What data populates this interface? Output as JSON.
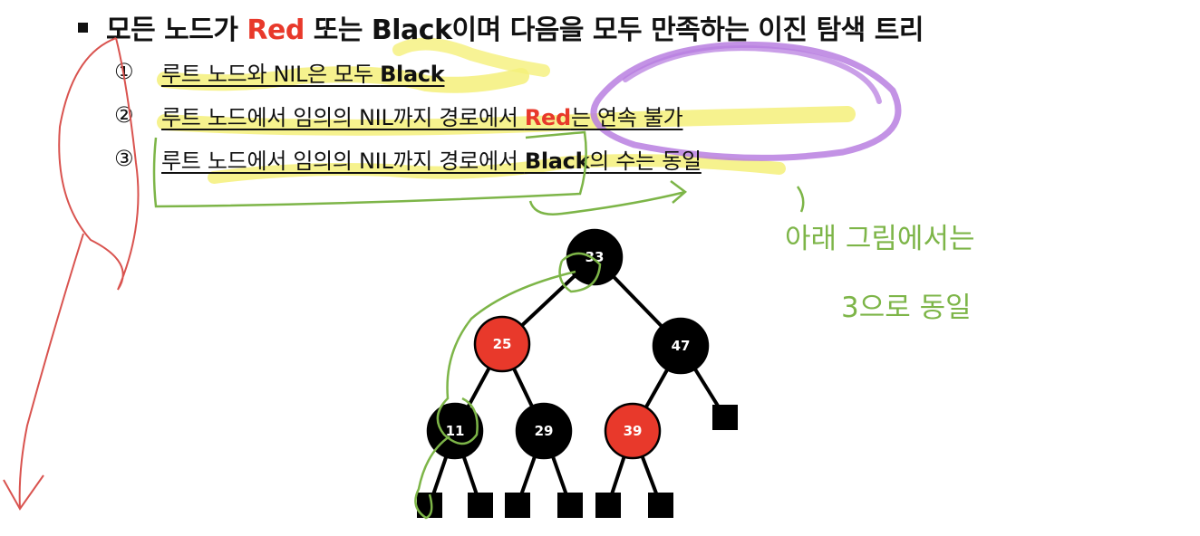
{
  "title": {
    "prefix": "모든 노드가 ",
    "red_word": "Red",
    "middle": " 또는 ",
    "black_word": "Black",
    "suffix": "이며 다음을 모두 만족하는 이진 탐색 트리"
  },
  "rules": [
    {
      "num": "①",
      "pre": "루트 노드와 NIL은 모두 ",
      "em": "Black",
      "em_color": "black",
      "post": ""
    },
    {
      "num": "②",
      "pre": "루트 노드에서 임의의 NIL까지 경로에서 ",
      "em": "Red",
      "em_color": "red",
      "post": "는 연속 불가"
    },
    {
      "num": "③",
      "pre": "루트 노드에서 임의의 NIL까지 경로에서 ",
      "em": "Black",
      "em_color": "black",
      "post": "의 수는 동일"
    }
  ],
  "tree": {
    "nodes": [
      {
        "id": "33",
        "label": "33",
        "color": "black"
      },
      {
        "id": "25",
        "label": "25",
        "color": "red"
      },
      {
        "id": "47",
        "label": "47",
        "color": "black"
      },
      {
        "id": "11",
        "label": "11",
        "color": "black"
      },
      {
        "id": "29",
        "label": "29",
        "color": "black"
      },
      {
        "id": "39",
        "label": "39",
        "color": "red"
      }
    ],
    "edges": [
      [
        "33",
        "25"
      ],
      [
        "33",
        "47"
      ],
      [
        "25",
        "11"
      ],
      [
        "25",
        "29"
      ],
      [
        "47",
        "39"
      ]
    ],
    "nil_leaf_count": 7
  },
  "handwriting": {
    "line1": "아래 그림에서는",
    "line2": "3으로 동일"
  },
  "colors": {
    "red_node": "#e8392b",
    "black_node": "#000000",
    "highlight": "#f5f07a",
    "pen_green": "#7db548",
    "pen_purple": "#b87fe0",
    "pen_red": "#d9534f"
  }
}
